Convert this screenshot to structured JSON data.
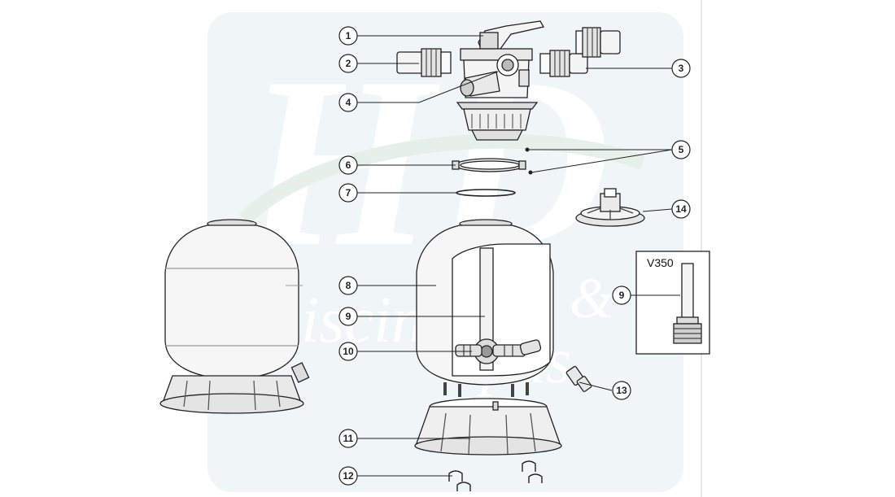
{
  "watermark": {
    "letters": "HD",
    "line1": "piscines",
    "line2": "&",
    "line3": "spas"
  },
  "callouts": [
    {
      "id": "1",
      "label": "1"
    },
    {
      "id": "2",
      "label": "2"
    },
    {
      "id": "3",
      "label": "3"
    },
    {
      "id": "4",
      "label": "4"
    },
    {
      "id": "5",
      "label": "5"
    },
    {
      "id": "6",
      "label": "6"
    },
    {
      "id": "7",
      "label": "7"
    },
    {
      "id": "8",
      "label": "8"
    },
    {
      "id": "9",
      "label": "9"
    },
    {
      "id": "10",
      "label": "10"
    },
    {
      "id": "11",
      "label": "11"
    },
    {
      "id": "12",
      "label": "12"
    },
    {
      "id": "13",
      "label": "13"
    },
    {
      "id": "14",
      "label": "14"
    },
    {
      "id": "9b",
      "label": "9"
    }
  ],
  "inset": {
    "title": "V350"
  },
  "colors": {
    "line": "#222222",
    "watermark": "#cfe1ea",
    "part_fill": "#f4f4f4",
    "dark": "#444444"
  }
}
